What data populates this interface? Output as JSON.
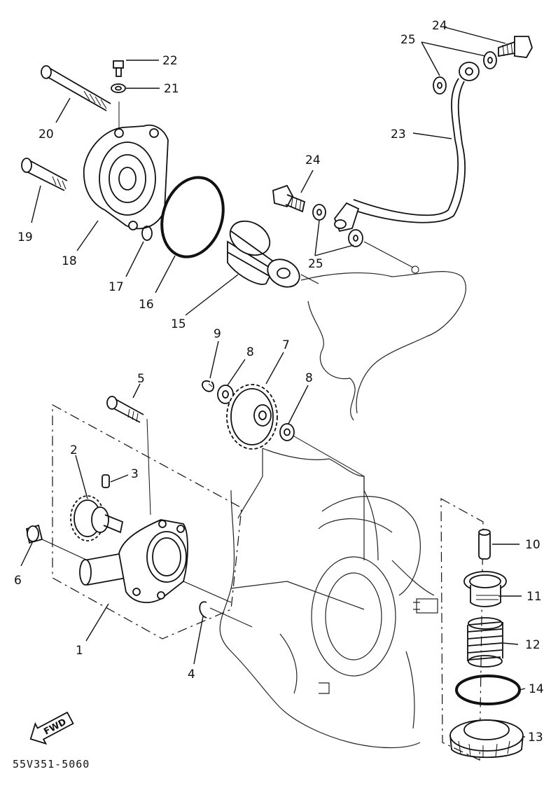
{
  "diagram": {
    "code": "55V351-5060",
    "direction_label": "FWD",
    "labels": {
      "p1": "1",
      "p2": "2",
      "p3": "3",
      "p4": "4",
      "p5": "5",
      "p6": "6",
      "p7": "7",
      "p8a": "8",
      "p8b": "8",
      "p9": "9",
      "p10": "10",
      "p11": "11",
      "p12": "12",
      "p13": "13",
      "p14": "14",
      "p15": "15",
      "p16": "16",
      "p17": "17",
      "p18": "18",
      "p19": "19",
      "p20": "20",
      "p21": "21",
      "p22": "22",
      "p23": "23",
      "p24a": "24",
      "p24b": "24",
      "p25a": "25",
      "p25b": "25"
    }
  }
}
